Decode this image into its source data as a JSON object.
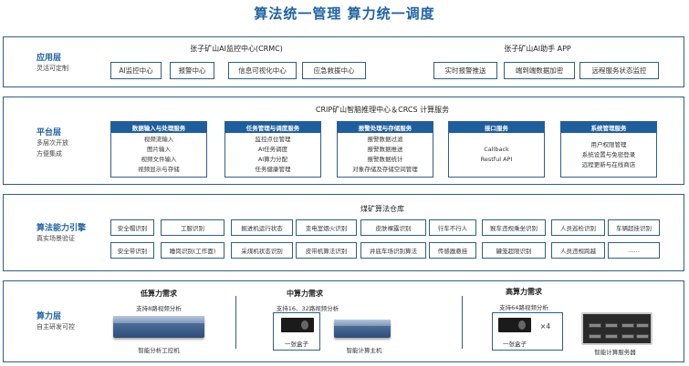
{
  "title": "算法统一管理   算力统一调度",
  "app_layer": {
    "name": "应用层",
    "subtitle": "灵活可定制",
    "groups": [
      {
        "title": "张子矿山AI监控中心(CRMC)",
        "items": [
          "AI监控中心",
          "报警中心",
          "信息可视化中心",
          "应急救援中心"
        ]
      },
      {
        "title": "张子矿山AI助手 APP",
        "items": [
          "实时报警推送",
          "端到端数据加密",
          "远程服务状态监控"
        ]
      }
    ]
  },
  "platform_layer": {
    "name": "平台层",
    "subtitle": [
      "多层次开放",
      "方便集成"
    ],
    "title": "CRIP矿山智脑推理中心＆CRCS 计算服务",
    "cards": [
      {
        "title": "数据输入与处理服务",
        "items": [
          "视频流输入",
          "图片输入",
          "视频文件输入",
          "视频显示与存储"
        ]
      },
      {
        "title": "任务管理与调度服务",
        "items": [
          "监控点位管理",
          "AI任务调度",
          "AI算力分配",
          "任务健康管理"
        ]
      },
      {
        "title": "报警处理与存储服务",
        "items": [
          "报警数据过滤",
          "报警数据推送",
          "报警数据统计",
          "对象存储及存储空间管理"
        ]
      },
      {
        "title": "接口服务",
        "items": [
          "Callback",
          "Restful API"
        ]
      },
      {
        "title": "系统管理服务",
        "items": [
          "用户权限管理",
          "系统设置与免密登录",
          "远程更新与在线商店"
        ]
      }
    ]
  },
  "algorithm_layer": {
    "name": "算法能力引擎",
    "subtitle": "真实场景验证",
    "title": "煤矿算法仓库",
    "rows": [
      [
        "安全帽识别",
        "工服识别",
        "掘进机运行状态",
        "变电室烟火识别",
        "皮肤裸露识别",
        "行车不行人",
        "猴车违规乘坐识别",
        "人员巡检识别",
        "车辆超挂识别"
      ],
      [
        "安全带识别",
        "睡岗识别(工作面)",
        "采煤机状态识别",
        "皮带机算法识别",
        "井底车场识别算法",
        "传感器悬挂",
        "罐笼超限识别",
        "人员违规跨越",
        "……"
      ]
    ]
  },
  "compute_layer": {
    "name": "算力层",
    "subtitle": "自主研发可控",
    "tiers": [
      {
        "title": "低算力需求",
        "desc": "支持8路视频分析",
        "device": "智能分析工控机"
      },
      {
        "title": "中算力需求",
        "desc": "支持16、32路视频分析",
        "box": "一张盒子",
        "device": "智能计算主机"
      },
      {
        "title": "高算力需求",
        "desc": "支持64路视频分析",
        "box": "一张盒子",
        "multiplier": "×4",
        "device": "智能计算服务器"
      }
    ]
  },
  "colors": {
    "accent": "#1f63a4",
    "border": "#2f5f86",
    "card_header": "#1d5e9e"
  }
}
